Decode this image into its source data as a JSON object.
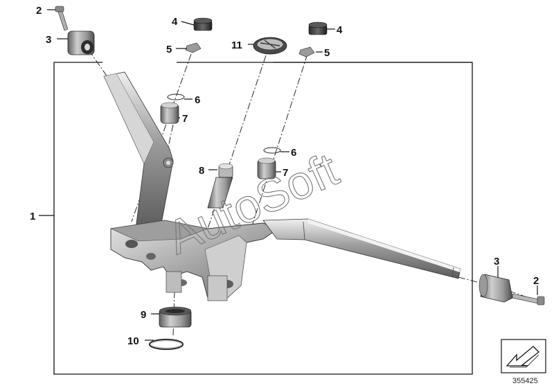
{
  "callouts": {
    "n1": "1",
    "n2a": "2",
    "n2b": "2",
    "n3a": "3",
    "n3b": "3",
    "n4a": "4",
    "n4b": "4",
    "n5a": "5",
    "n5b": "5",
    "n6a": "6",
    "n6b": "6",
    "n7a": "7",
    "n7b": "7",
    "n8": "8",
    "n9": "9",
    "n10": "10",
    "n11": "11"
  },
  "watermark": "AutoSoft",
  "reference_number": "355425",
  "colors": {
    "metal_dark": "#6e6e6e",
    "metal_mid": "#a8a8a8",
    "metal_light": "#e2e2e2",
    "line": "#111111"
  }
}
